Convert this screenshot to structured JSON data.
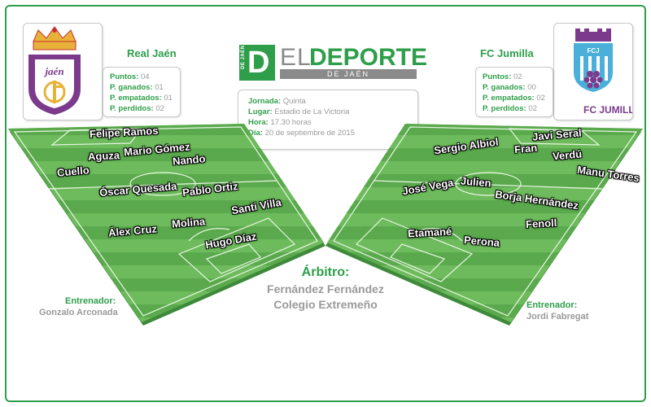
{
  "home": {
    "logo_text": "jaén",
    "name": "Real Jaén",
    "stats": [
      {
        "label": "Puntos:",
        "value": "04"
      },
      {
        "label": "P. ganados:",
        "value": "01"
      },
      {
        "label": "P. empatados:",
        "value": "01"
      },
      {
        "label": "P. perdidos:",
        "value": "02"
      }
    ],
    "players": [
      "Felipe Ramos",
      "Aguza",
      "Mario Gómez",
      "Nando",
      "Cuello",
      "Óscar Quesada",
      "Pablo Ortiz",
      "Santi Villa",
      "Álex Cruz",
      "Molina",
      "Hugo Díaz"
    ],
    "coach_label": "Entrenador:",
    "coach": "Gonzalo Arconada"
  },
  "away": {
    "logo_text": "FC JUMILL",
    "logo_badge": "FCJ",
    "name": "FC Jumilla",
    "stats": [
      {
        "label": "Puntos:",
        "value": "02"
      },
      {
        "label": "P. ganados:",
        "value": "00"
      },
      {
        "label": "P. empatados:",
        "value": "02"
      },
      {
        "label": "P. perdidos:",
        "value": "02"
      }
    ],
    "players": [
      "Javi Seral",
      "Sergio Albiol",
      "Fran",
      "Verdú",
      "Manu Torres",
      "José Vega",
      "Julien",
      "Borja Hernández",
      "Fenoll",
      "Etamané",
      "Perona"
    ],
    "coach_label": "Entrenador:",
    "coach": "Jordi Fabregat"
  },
  "brand": {
    "tag": "DE JAÉN",
    "letter": "D",
    "el": "EL",
    "deporte": "DEPORTE",
    "sub": "DE JAÉN"
  },
  "match": [
    {
      "label": "Jornada:",
      "value": "Quinta"
    },
    {
      "label": "Lugar:",
      "value": "Estadio de La Victoria"
    },
    {
      "label": "Hora:",
      "value": "17.30 horas"
    },
    {
      "label": "Día:",
      "value": "20 de septiembre de 2015"
    }
  ],
  "referee": {
    "label": "Árbitro:",
    "name": "Fernández Fernández",
    "college": "Colegio Extremeño"
  },
  "colors": {
    "accent": "#2e9e4a",
    "grass_light": "#6dbb5c",
    "grass_dark": "#5aa94d",
    "club_purple": "#7b3a8c",
    "club_blue": "#4ab0d9"
  }
}
